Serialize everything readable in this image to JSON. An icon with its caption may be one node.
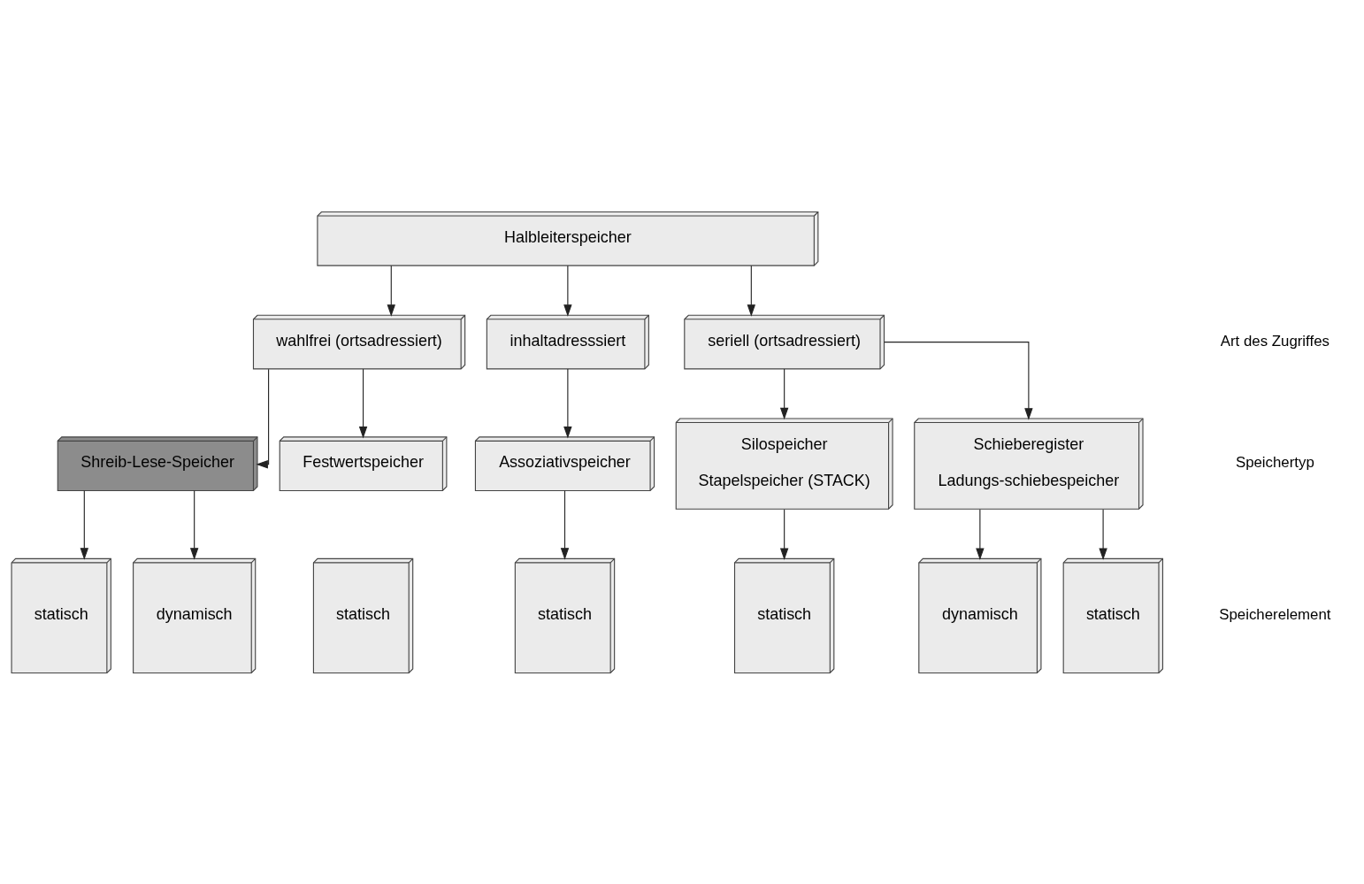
{
  "diagram": {
    "nodes": [
      {
        "text": [
          "Halbleiterspeicher"
        ]
      },
      {
        "text": [
          "wahlfrei (ortsadressiert)"
        ]
      },
      {
        "text": [
          "inhaltadresssiert"
        ]
      },
      {
        "text": [
          "seriell (ortsadressiert)"
        ]
      },
      {
        "text": [
          "Shreib-Lese-Speicher"
        ]
      },
      {
        "text": [
          "Festwertspeicher"
        ]
      },
      {
        "text": [
          "Assoziativspeicher"
        ]
      },
      {
        "text": [
          "Silospeicher",
          "Stapelspeicher (STACK)"
        ]
      },
      {
        "text": [
          "Schieberegister",
          "Ladungs-schiebespeicher"
        ]
      },
      {
        "text": [
          "statisch"
        ]
      },
      {
        "text": [
          "dynamisch"
        ]
      },
      {
        "text": [
          "statisch"
        ]
      },
      {
        "text": [
          "statisch"
        ]
      },
      {
        "text": [
          "statisch"
        ]
      },
      {
        "text": [
          "dynamisch"
        ]
      },
      {
        "text": [
          "statisch"
        ]
      }
    ],
    "edges": [
      {
        "from": 0,
        "to": 1,
        "arrow": "to"
      },
      {
        "from": 0,
        "to": 2,
        "arrow": "to"
      },
      {
        "from": 0,
        "to": 3,
        "arrow": "to"
      },
      {
        "from": 1,
        "to": 4,
        "arrow": "to"
      },
      {
        "from": 1,
        "to": 5,
        "arrow": "to"
      },
      {
        "from": 2,
        "to": 6,
        "arrow": "to"
      },
      {
        "from": 3,
        "to": 7,
        "arrow": "to"
      },
      {
        "from": 3,
        "to": 8,
        "arrow": "to"
      },
      {
        "from": 4,
        "to": 9,
        "arrow": "to"
      },
      {
        "from": 4,
        "to": 10,
        "arrow": "to"
      },
      {
        "from": 6,
        "to": 12,
        "arrow": "to"
      },
      {
        "from": 7,
        "to": 13,
        "arrow": "to"
      },
      {
        "from": 8,
        "to": 14,
        "arrow": "to"
      },
      {
        "from": 8,
        "to": 15,
        "arrow": "to"
      }
    ],
    "labels": [
      "Art des Zugriffes",
      "Speichertyp",
      "Speicherelement"
    ]
  }
}
